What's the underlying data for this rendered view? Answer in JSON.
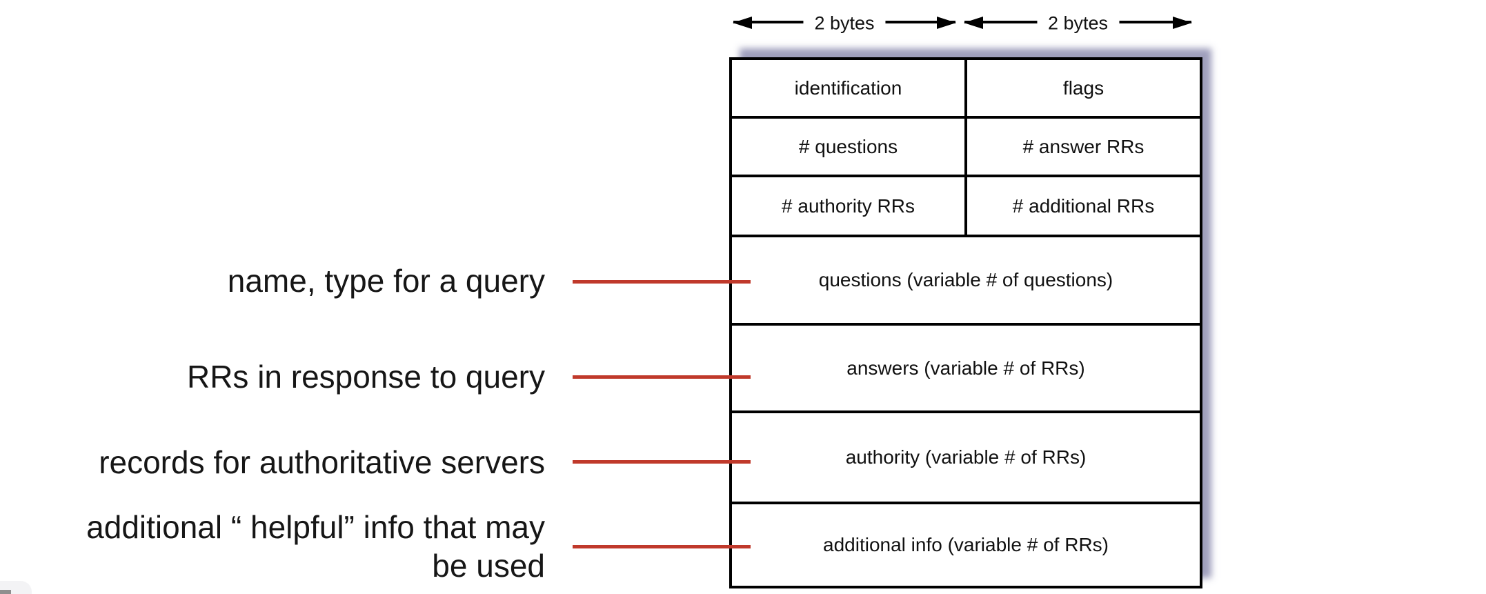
{
  "byte_width_labels": [
    "2 bytes",
    "2 bytes"
  ],
  "table": {
    "header_rows": [
      {
        "left": "identification",
        "right": "flags"
      },
      {
        "left": "# questions",
        "right": "# answer RRs"
      },
      {
        "left": "# authority RRs",
        "right": "# additional RRs"
      }
    ],
    "body_rows": [
      "questions (variable # of questions)",
      "answers (variable # of RRs)",
      "authority (variable # of RRs)",
      "additional info (variable # of RRs)"
    ]
  },
  "callouts": [
    {
      "label": "name, type for a query"
    },
    {
      "label": "RRs in response to query"
    },
    {
      "label": "records for authoritative servers"
    },
    {
      "label": "additional “ helpful” info that may",
      "label_line2": "be used"
    }
  ],
  "colors": {
    "callout_line": "#c0392b",
    "table_border": "#000000",
    "shadow": "#8e8eb0",
    "text": "#161616",
    "background": "#ffffff"
  }
}
